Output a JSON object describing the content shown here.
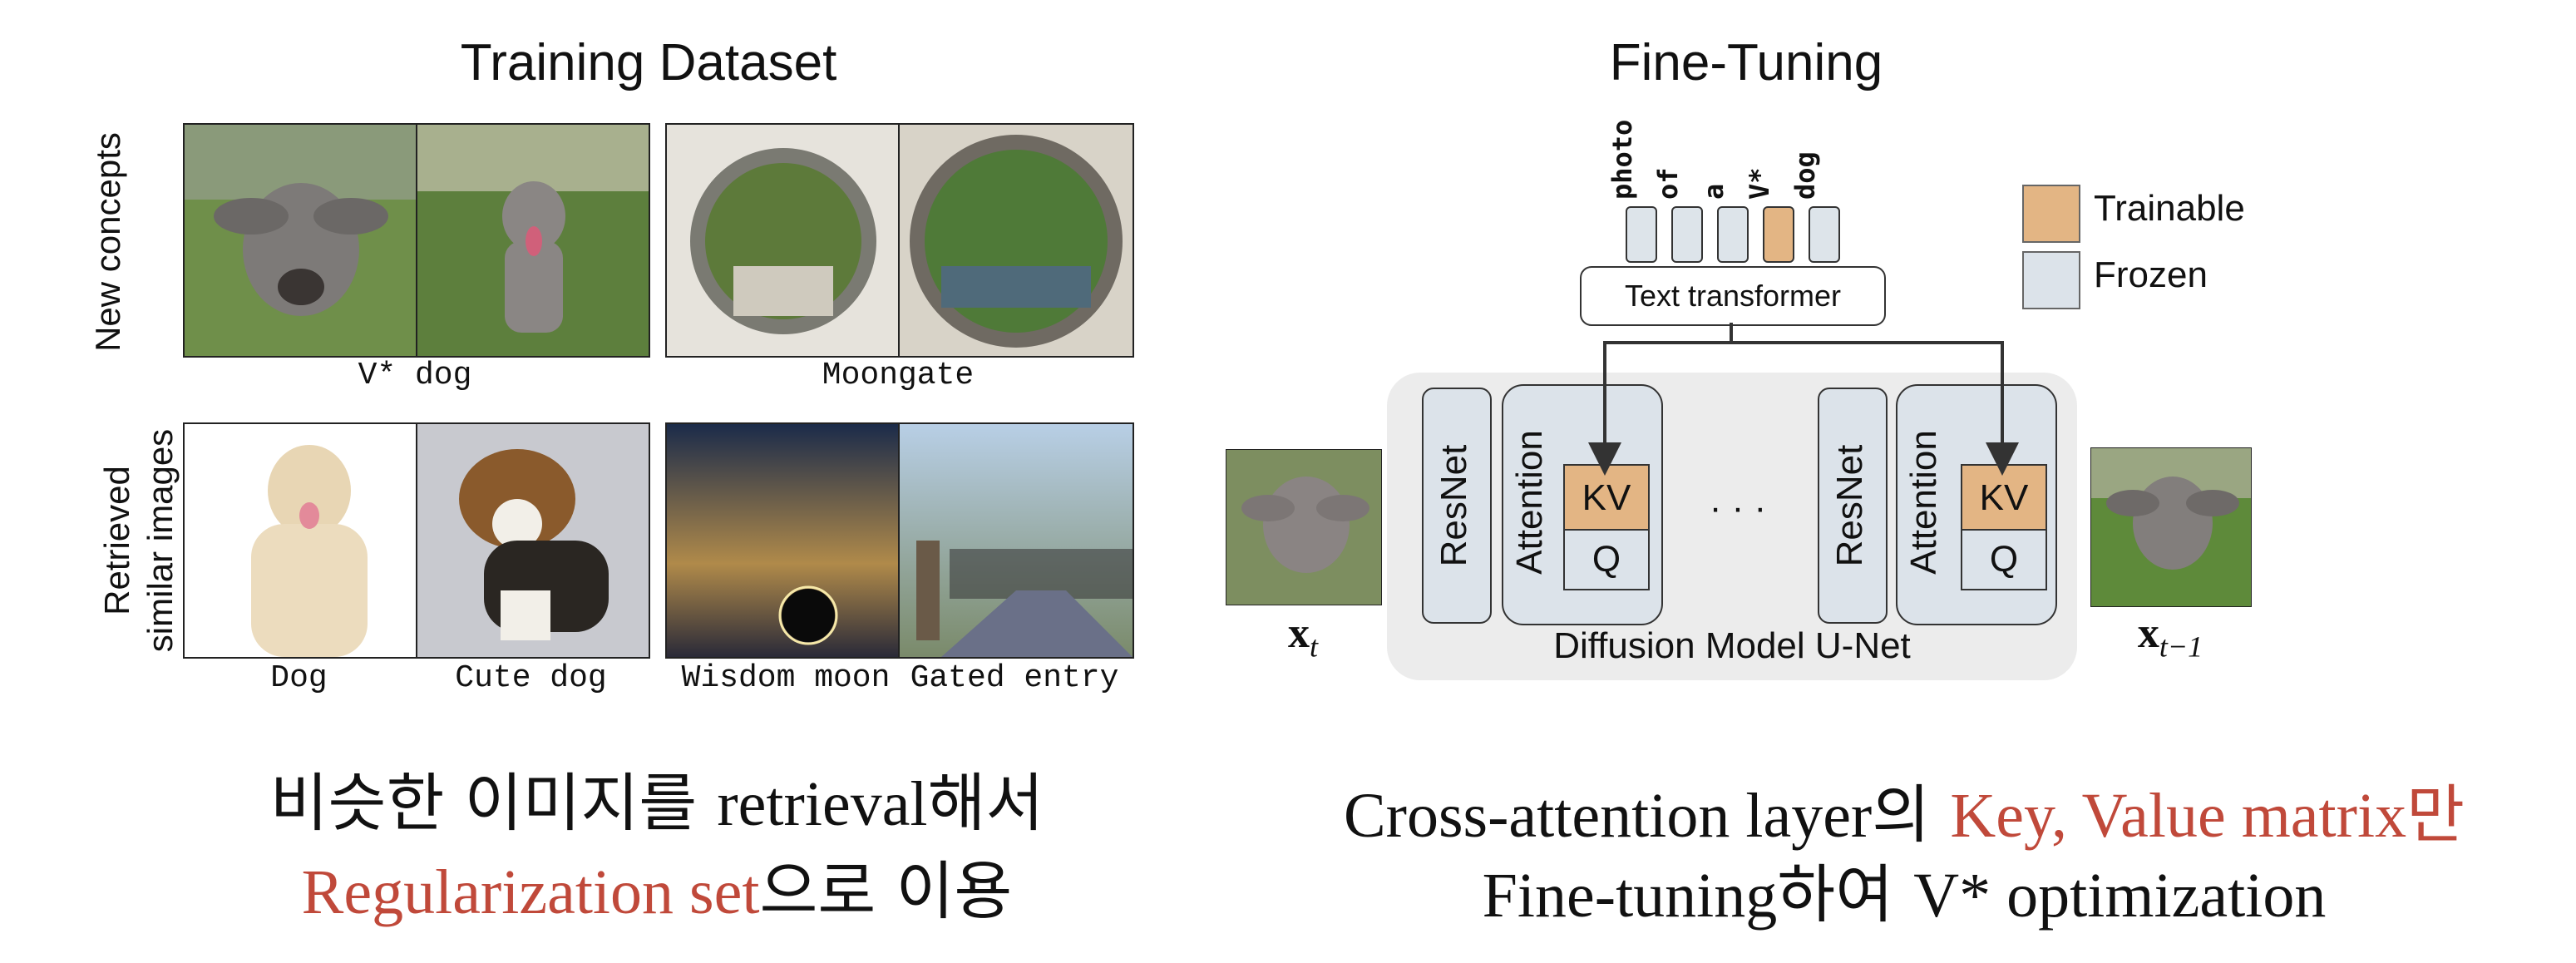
{
  "left": {
    "title": "Training Dataset",
    "row_labels": {
      "new_concepts": "New concepts",
      "retrieved_line1": "Retrieved",
      "retrieved_line2": "similar images"
    },
    "captions": {
      "v_dog": "V* dog",
      "moongate": "Moongate",
      "dog": "Dog",
      "cute_dog": "Cute dog",
      "wisdom_moon": "Wisdom moon",
      "gated_entry": "Gated entry"
    },
    "bottom_text": {
      "line1_korean_a": "비슷한 이미지를 ",
      "line1_english": "retrieval",
      "line1_korean_b": "해서",
      "line2_red": "Regularization set",
      "line2_korean": "으로 이용"
    }
  },
  "right": {
    "title": "Fine-Tuning",
    "tokens": [
      "photo",
      "of",
      "a",
      "V*",
      "dog"
    ],
    "legend": {
      "trainable": "Trainable",
      "frozen": "Frozen"
    },
    "text_transformer": "Text transformer",
    "resnet": "ResNet",
    "attention": "Attention",
    "kv": "KV",
    "q": "Q",
    "ellipsis": "· · ·",
    "unet_label": "Diffusion Model U-Net",
    "xt_main": "x",
    "xt_sub": "t",
    "xtm1_sub": "t−1",
    "bottom_text": {
      "line1_english": "Cross-attention layer",
      "line1_korean": "의 ",
      "line1_red": "Key, Value matrix",
      "line1_red_korean": "만",
      "line2_english": "Fine-tuning",
      "line2_korean": "하여 ",
      "line2_english_b": "V* optimization"
    },
    "colors": {
      "trainable": "#e3b584",
      "frozen": "#dce3ea",
      "arrow": "#333333"
    }
  }
}
